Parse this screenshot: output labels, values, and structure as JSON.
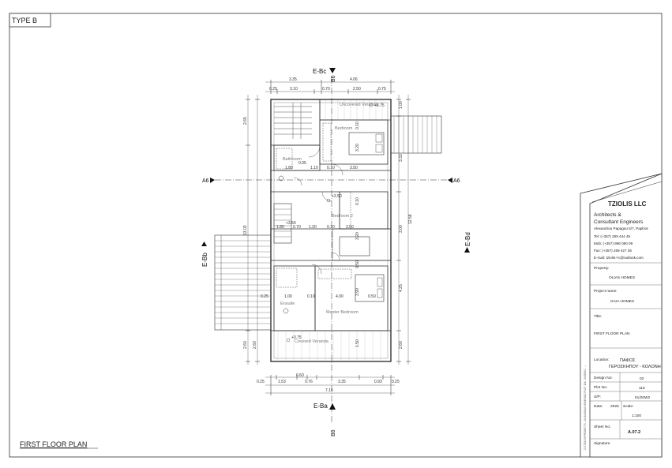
{
  "sheet": {
    "type_tag": "TYPE B",
    "plan_title": "FIRST FLOOR PLAN"
  },
  "section_marks": {
    "top": {
      "label": "E-Bc",
      "sub": "B6"
    },
    "bottom": {
      "label": "E-Ba",
      "sub": "B6"
    },
    "left_mid": {
      "label": "A6"
    },
    "right_mid": {
      "label": "A6"
    },
    "left_side": {
      "label": "E-Bb"
    },
    "right_side": {
      "label": "E-Bd"
    }
  },
  "dimensions": {
    "top_overall": [
      "3.35",
      "4.06"
    ],
    "top_detail": [
      "0.25",
      "3.10",
      "0.70",
      "2.50",
      "0.75"
    ],
    "bottom_detail": [
      "0.25",
      "1.53",
      "0.60",
      "0.76",
      "3.35",
      "0.93",
      "0.25"
    ],
    "bottom_total": "7.16",
    "right_overall": [
      "1.00",
      "3.33",
      "3.00",
      "4.25",
      "2.60"
    ],
    "right_total": "12.58",
    "left_overall": [
      "2.65",
      "13.03",
      "2.60"
    ],
    "interior": [
      "1.80",
      "1.10",
      "0.10",
      "3.50",
      "1.80",
      "0.70",
      "1.20",
      "0.10",
      "3.50",
      "1.00",
      "0.10",
      "4.00",
      "0.50",
      "0.25",
      "3.20",
      "3.20",
      "3.90",
      "0.10",
      "0.10",
      "1.50",
      "0.50",
      "0.05"
    ]
  },
  "rooms": {
    "uncovered_veranda": "Uncovered\nVeranda",
    "bedroom": "Bedroom",
    "bathroom": "Bathroom",
    "bedroom2": "Bedroom 2",
    "ensuite": "Ensuite",
    "master_bedroom": "Master Bedroom",
    "covered_veranda": "Covered Veranda"
  },
  "levels": {
    "top_right": "+3.75",
    "landing": "+3.50",
    "stair": "+3.50",
    "bottom_left": "+3.75"
  },
  "title_block": {
    "company": "TZIOLIS LLC",
    "subtitle_1": "Architects &",
    "subtitle_2": "Consultant Engineers",
    "address": "Alexandrou Papagou 5/7, Paphos",
    "tel": "Tel:    (+357) 269 444 45",
    "mob": "Mob:  (+357) 996 080 09",
    "fax": "Fax:    (+357) 269 427 35",
    "email": "E-mail: tziolis-l-c@outlook.com",
    "property_label": "Property:",
    "property_value": "OLIAS HOMES",
    "project_label": "Project name:",
    "project_value": "GAIA HOMES",
    "title_label": "Title:",
    "title_value": "FIRST FLOOR PLAN",
    "location_label": "Location:",
    "location_value_1": "ΠΑΦΟΣ",
    "location_value_2": "ΓΕΡΟΣΚΗΠΟΥ - ΚΟΛΟΝΗ",
    "design_no_label": "Design No:",
    "design_no_value": "02",
    "plot_no_label": "Plot No:",
    "plot_no_value": "116",
    "sp_label": "S/P:",
    "sp_value": "51/20W2",
    "date_label": "Date:",
    "date_value": "2025",
    "scale_label": "Scale:",
    "scale_value": "1:100",
    "sheet_no_label": "Sheet No:",
    "sheet_no_value": "A.07.2",
    "signature_label": "Signature",
    "side_text": "Z:\\TZIOLIS\\PROJECTS - OLIAS\\GAIA HOMES\\02-PLOT 116 - 51/20W2 - ..."
  }
}
